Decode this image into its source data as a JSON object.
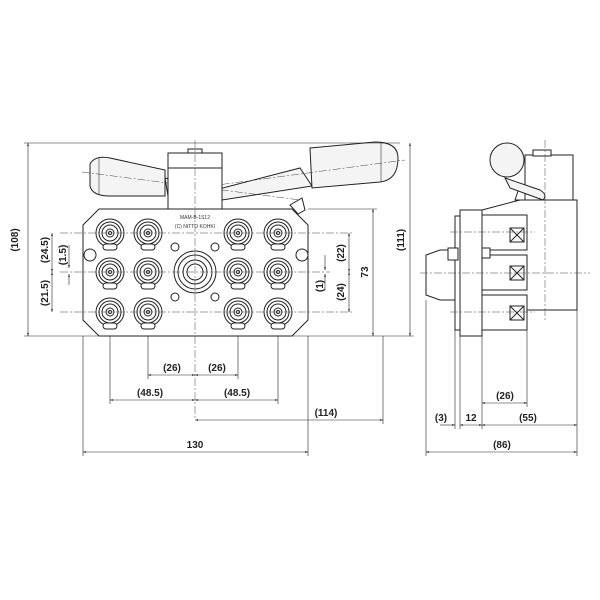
{
  "front_view": {
    "model_label": "MAM-B-1S12",
    "maker_label": "(C) NITTO KOHKI",
    "dimensions": {
      "overall_height": "(108)",
      "width": "130",
      "handle_reach": "(114)",
      "pitch_outer_left": "(48.5)",
      "pitch_outer_right": "(48.5)",
      "pitch_inner_left": "(26)",
      "pitch_inner_right": "(26)",
      "plate_height": "73",
      "handle_height": "(111)",
      "row_upper_right": "(22)",
      "row_lower_right": "(24)",
      "offset_right": "(1)",
      "row_upper_left": "(24.5)",
      "row_lower_left": "(21.5)",
      "offset_left": "(1.5)"
    }
  },
  "side_view": {
    "dimensions": {
      "overall_depth": "(86)",
      "nozzle": "(3)",
      "flange": "12",
      "body_depth": "(55)",
      "coupler_depth": "(26)"
    }
  }
}
